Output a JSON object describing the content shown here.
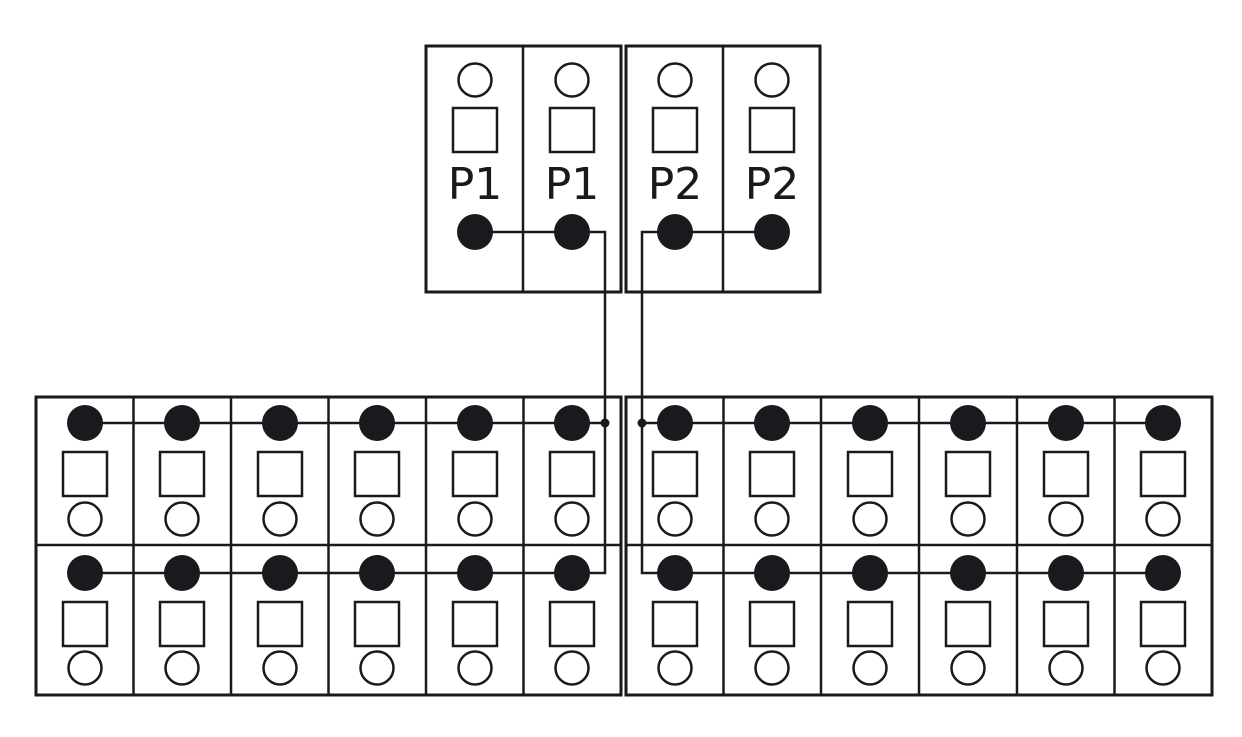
{
  "diagram": {
    "stroke_color": "#1a1a1e",
    "fill_color": "#1a1a1e",
    "top_modules": [
      {
        "label": "P1",
        "group": "P1"
      },
      {
        "label": "P1",
        "group": "P1"
      },
      {
        "label": "P2",
        "group": "P2"
      },
      {
        "label": "P2",
        "group": "P2"
      }
    ],
    "bottom_groups": [
      {
        "name": "left",
        "rows": 2,
        "cells_per_row": 6,
        "connected_to": "P1"
      },
      {
        "name": "right",
        "rows": 2,
        "cells_per_row": 6,
        "connected_to": "P2"
      }
    ]
  }
}
